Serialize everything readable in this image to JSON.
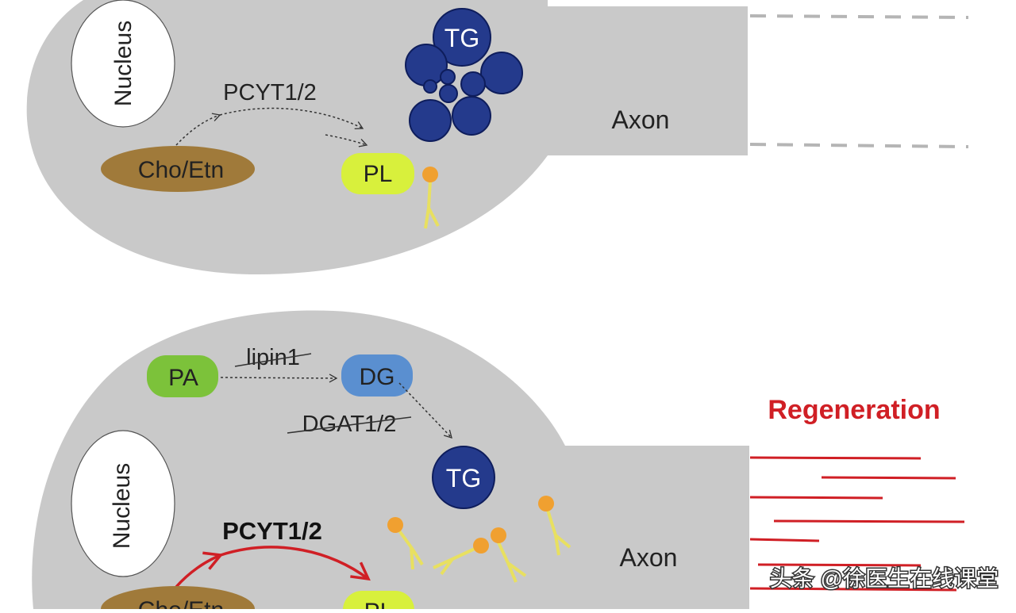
{
  "top_panel": {
    "nucleus_label": "Nucleus",
    "substrate_label": "Cho/Etn",
    "enzyme_label": "PCYT1/2",
    "product_label": "PL",
    "droplet_label": "TG",
    "axon_label": "Axon"
  },
  "bottom_panel": {
    "pa_label": "PA",
    "lipin_label": "lipin1",
    "dg_label": "DG",
    "dgat_label": "DGAT1/2",
    "tg_label": "TG",
    "nucleus_label": "Nucleus",
    "enzyme_label": "PCYT1/2",
    "substrate_label": "Cho/Etn",
    "product_label": "PL",
    "axon_label": "Axon",
    "regeneration_label": "Regeneration"
  },
  "watermark": "头条 @徐医生在线课堂",
  "colors": {
    "cell": "#c9c9c9",
    "nucleus": "#ffffff",
    "substrate": "#a07a3a",
    "product": "#d8f03c",
    "droplet": "#243a8c",
    "pa": "#7cc23a",
    "dg": "#5a8fd0",
    "regeneration": "#d01f25",
    "lipid_head": "#f0a030",
    "lipid_tail": "#e8e060"
  }
}
